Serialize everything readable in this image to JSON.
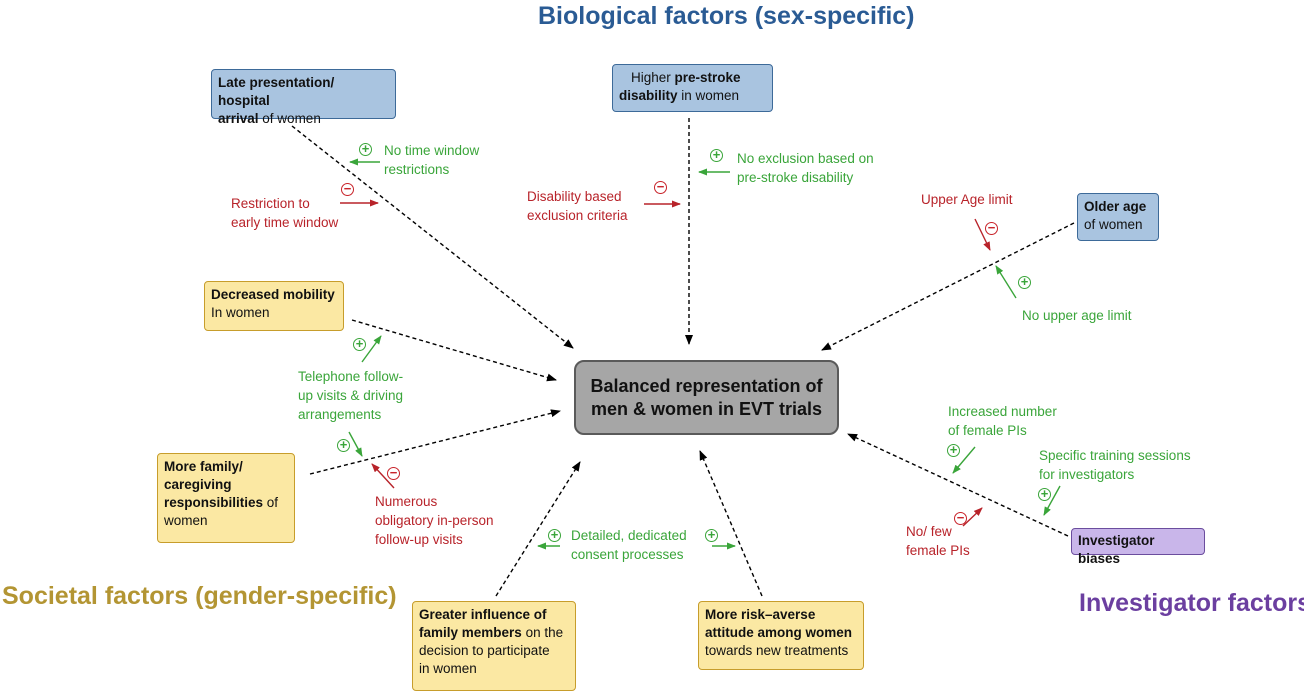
{
  "headings": {
    "biological": "Biological factors (sex-specific)",
    "societal": "Societal factors (gender-specific)",
    "investigator": "Investigator factors"
  },
  "center": {
    "line1": "Balanced representation of",
    "line2": "men & women in EVT trials"
  },
  "boxes": {
    "late_presentation": {
      "bold": "Late presentation/ hospital",
      "bold2": "arrival",
      "normal": " of women"
    },
    "pre_stroke": {
      "normal1": "Higher ",
      "bold1": "pre-stroke",
      "bold2": "disability",
      "normal2": " in women"
    },
    "older_age": {
      "bold": "Older age",
      "normal": "of women"
    },
    "mobility": {
      "bold": "Decreased mobility",
      "normal": "In women"
    },
    "family": {
      "bold1": "More family/",
      "bold2": "caregiving",
      "bold3": "responsibilities",
      "normal": " of",
      "normal2": "women"
    },
    "influence": {
      "bold1": "Greater influence of",
      "bold2": "family members",
      "normal1": " on the",
      "normal2": "decision to participate",
      "normal3": "in women"
    },
    "risk": {
      "bold1": "More risk–averse",
      "bold2": "attitude among women",
      "normal": "towards new treatments"
    },
    "investigator_bias": {
      "bold": "Investigator biases"
    }
  },
  "labels": {
    "no_time_window": [
      "No time window",
      "restrictions"
    ],
    "restriction_early": [
      "Restriction to",
      "early time window"
    ],
    "no_exclusion": [
      "No exclusion based on",
      "pre-stroke disability"
    ],
    "disability_exclusion": [
      "Disability based",
      "exclusion criteria"
    ],
    "upper_age": "Upper Age limit",
    "no_upper_age": "No upper age limit",
    "telephone": [
      "Telephone follow-",
      "up visits & driving",
      "arrangements"
    ],
    "numerous_visits": [
      "Numerous",
      "obligatory in-person",
      "follow-up visits"
    ],
    "consent": [
      "Detailed, dedicated",
      "consent processes"
    ],
    "increased_female": [
      "Increased number",
      "of female PIs"
    ],
    "training": [
      "Specific training sessions",
      "for investigators"
    ],
    "few_female": [
      "No/ few",
      "female PIs"
    ]
  },
  "colors": {
    "green": "#3aa53a",
    "red": "#b8232a",
    "blue_heading": "#2a5b94",
    "gold_heading": "#b39533",
    "purple_heading": "#6b3fa0"
  }
}
